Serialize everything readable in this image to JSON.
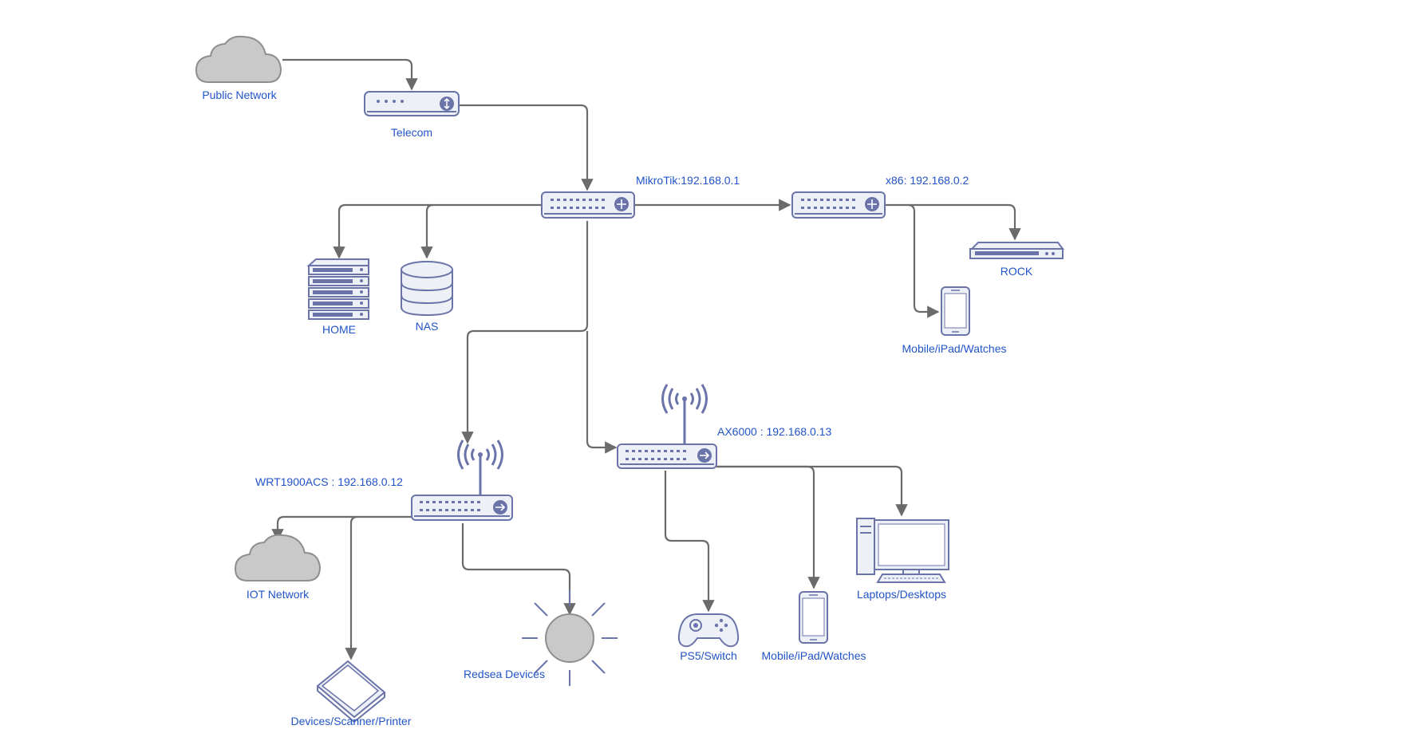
{
  "diagram": {
    "labels": {
      "public_network": "Public Network",
      "telecom": "Telecom",
      "mikrotik": "MikroTik:192.168.0.1",
      "x86": "x86: 192.168.0.2",
      "home": "HOME",
      "nas": "NAS",
      "rock": "ROCK",
      "mobile_x86": "Mobile/iPad/Watches",
      "ax6000": "AX6000 : 192.168.0.13",
      "wrt1900": "WRT1900ACS : 192.168.0.12",
      "iot_network": "IOT Network",
      "redsea": "Redsea Devices",
      "scanner": "Devices/Scanner/Printer",
      "ps5": "PS5/Switch",
      "mobile_ax": "Mobile/iPad/Watches",
      "laptops": "Laptops/Desktops"
    },
    "colors": {
      "label": "#2154c8",
      "line": "#6b6b6b",
      "device_stroke": "#6a74a8",
      "device_fill": "#eef0f8",
      "cloud_fill": "#c9c9c9"
    }
  }
}
